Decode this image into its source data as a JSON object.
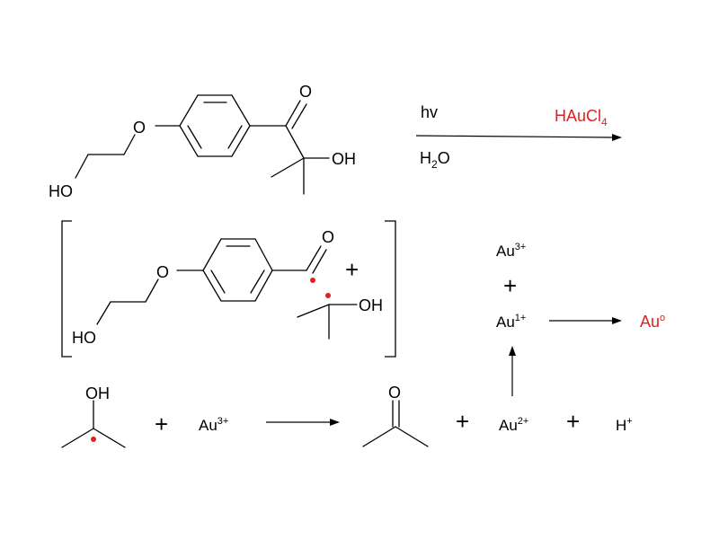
{
  "colors": {
    "ink": "#000000",
    "accent_red": "#e02020"
  },
  "reaction1": {
    "reactant_labels": {
      "o_carbonyl": "O",
      "oh": "OH",
      "o_ether": "O",
      "ho": "HO"
    },
    "arrow_top_label": "hv",
    "arrow_bottom_label": {
      "base": "H",
      "sub": "2",
      "tail": "O"
    },
    "reagent": {
      "base": "HAuCl",
      "sub": "4"
    }
  },
  "radicals": {
    "aroyl_labels": {
      "o_carbonyl": "O",
      "o_ether": "O",
      "ho": "HO"
    },
    "plus": "+",
    "ketyl_labels": {
      "oh": "OH"
    }
  },
  "gold_reduction": {
    "au3": {
      "base": "Au",
      "sup": "3+"
    },
    "plus": "+",
    "au1": {
      "base": "Au",
      "sup": "1+"
    },
    "au0": {
      "base": "Au",
      "sup": "o"
    }
  },
  "reaction2": {
    "alcohol_label": "OH",
    "plus1": "+",
    "au3": {
      "base": "Au",
      "sup": "3+"
    },
    "acetone_label": "O",
    "plus2": "+",
    "au2": {
      "base": "Au",
      "sup": "2+"
    },
    "plus3": "+",
    "proton": {
      "base": "H",
      "sup": "+"
    }
  }
}
